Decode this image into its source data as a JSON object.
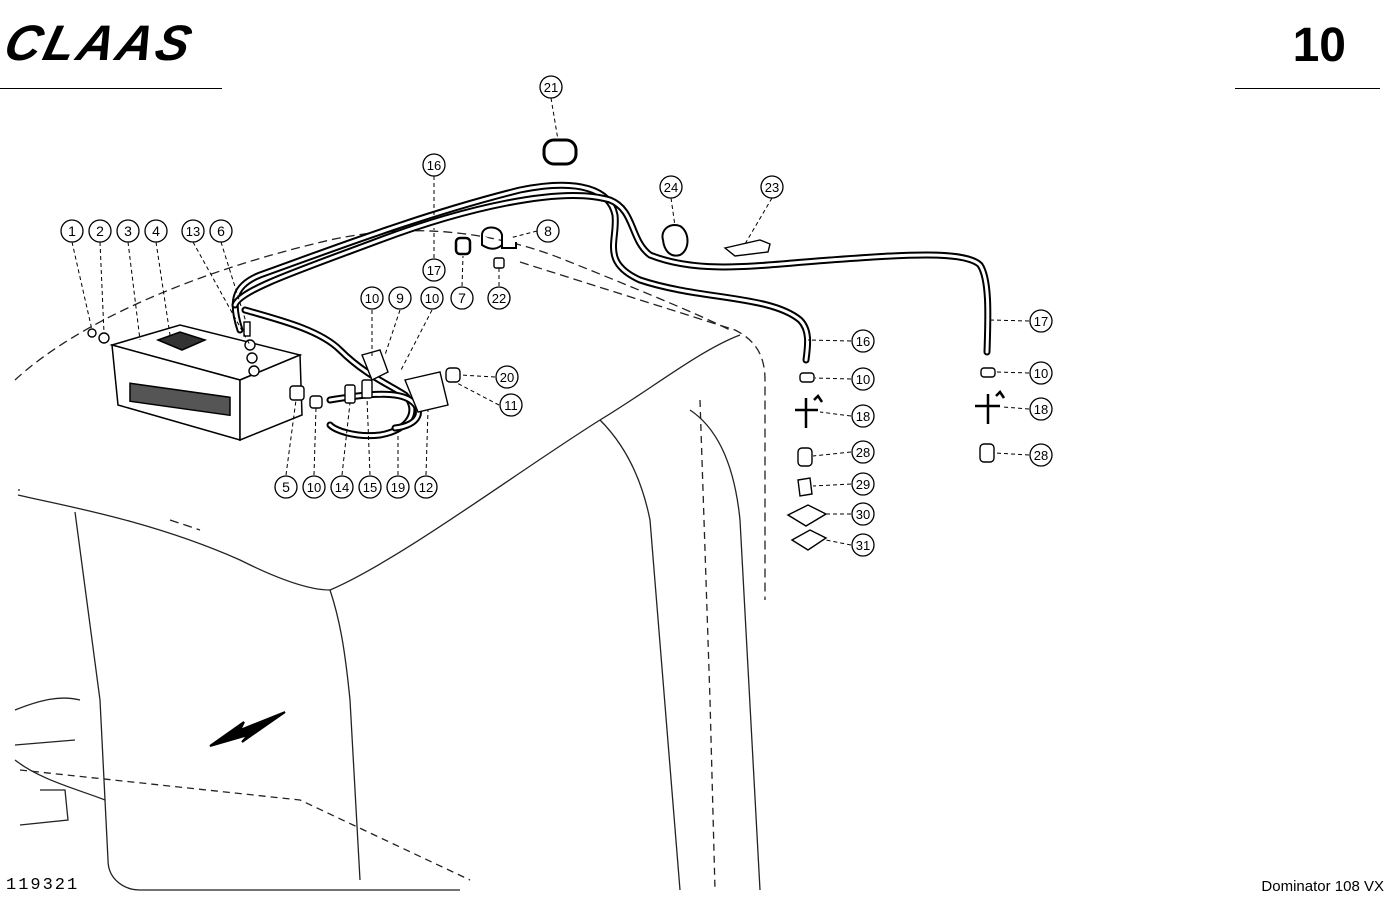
{
  "header": {
    "brand": "CLAAS",
    "page_number": "10"
  },
  "footer": {
    "drawing_number": "119321",
    "model": "Dominator 108 VX"
  },
  "callouts": [
    {
      "label": "1"
    },
    {
      "label": "2"
    },
    {
      "label": "3"
    },
    {
      "label": "4"
    },
    {
      "label": "13"
    },
    {
      "label": "6"
    },
    {
      "label": "16"
    },
    {
      "label": "17"
    },
    {
      "label": "21"
    },
    {
      "label": "8"
    },
    {
      "label": "7"
    },
    {
      "label": "22"
    },
    {
      "label": "10"
    },
    {
      "label": "9"
    },
    {
      "label": "10"
    },
    {
      "label": "24"
    },
    {
      "label": "23"
    },
    {
      "label": "20"
    },
    {
      "label": "11"
    },
    {
      "label": "5"
    },
    {
      "label": "10"
    },
    {
      "label": "14"
    },
    {
      "label": "15"
    },
    {
      "label": "19"
    },
    {
      "label": "12"
    },
    {
      "label": "16"
    },
    {
      "label": "10"
    },
    {
      "label": "18"
    },
    {
      "label": "28"
    },
    {
      "label": "29"
    },
    {
      "label": "30"
    },
    {
      "label": "31"
    },
    {
      "label": "17"
    },
    {
      "label": "10"
    },
    {
      "label": "18"
    },
    {
      "label": "28"
    }
  ]
}
